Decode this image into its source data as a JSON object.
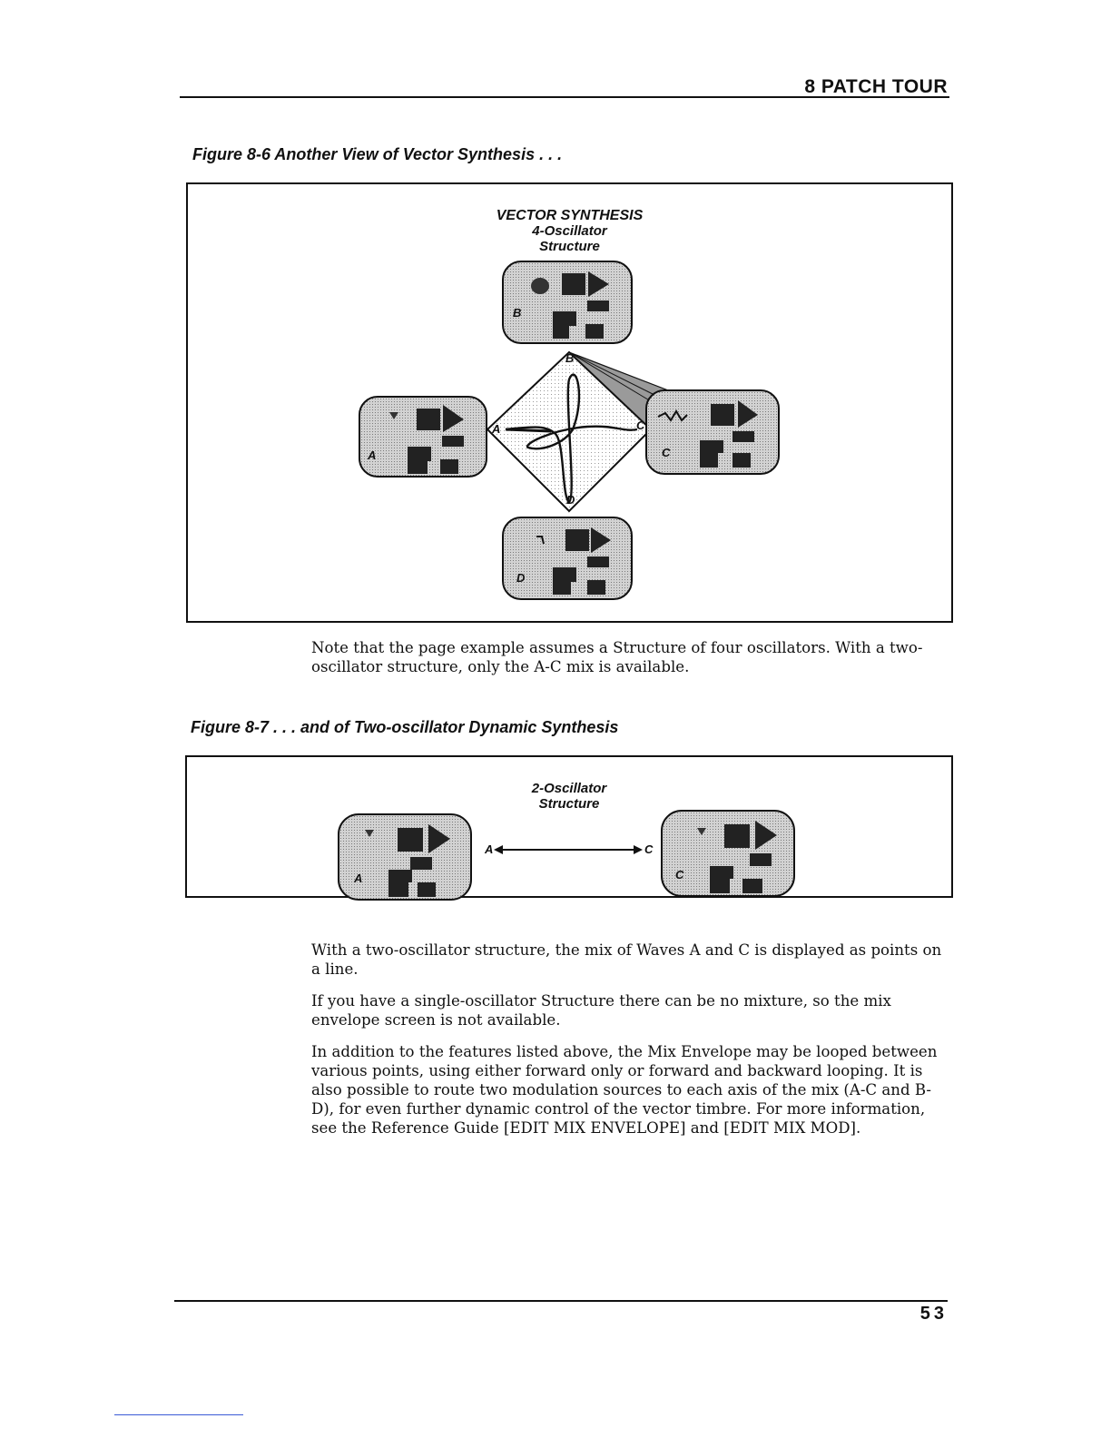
{
  "header": {
    "title": "8 PATCH TOUR"
  },
  "figure1": {
    "caption": "Figure 8-6 Another View of Vector Synthesis . . .",
    "diagram_title": "VECTOR SYNTHESIS",
    "diagram_subtitle_line1": "4-Oscillator",
    "diagram_subtitle_line2": "Structure",
    "axis_labels": {
      "a": "A",
      "b": "B",
      "c": "C",
      "d": "D"
    },
    "oscillators": [
      {
        "label": "B"
      },
      {
        "label": "A"
      },
      {
        "label": "C"
      },
      {
        "label": "D"
      }
    ]
  },
  "paragraph1": "Note that the page example assumes a Structure of four oscillators. With a two-oscillator structure, only the A-C mix is available.",
  "figure2": {
    "caption": "Figure 8-7 . . . and of Two-oscillator Dynamic Synthesis",
    "diagram_subtitle_line1": "2-Oscillator",
    "diagram_subtitle_line2": "Structure",
    "line_left": "A",
    "line_right": "C",
    "oscillators": [
      {
        "label": "A"
      },
      {
        "label": "C"
      }
    ]
  },
  "paragraph2": "With a two-oscillator structure, the mix of Waves A and C is displayed as points on a line.",
  "paragraph3": "If you have a single-oscillator Structure there can be no mixture, so the mix envelope screen is not available.",
  "paragraph4": "In addition to the features listed above, the Mix Envelope may be looped between various points, using either forward only or forward and backward looping. It is also possible to route two modulation sources to each axis of the mix (A-C and B-D), for even further dynamic control of the vector timbre. For more information, see the Reference Guide [EDIT MIX ENVELOPE] and [EDIT MIX MOD].",
  "footer": {
    "page_number": "53"
  },
  "colors": {
    "panel_fill": "#c8c8c8",
    "dark_block": "#222222",
    "rule": "#111111"
  }
}
